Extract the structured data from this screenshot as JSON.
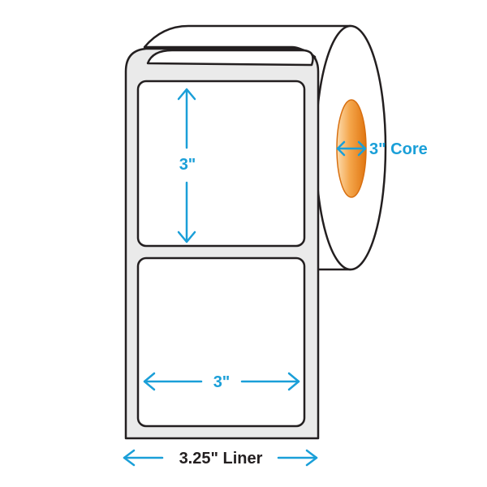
{
  "labels": {
    "label_height": "3\"",
    "label_width": "3\"",
    "core": "3\" Core",
    "liner": "3.25\" Liner"
  },
  "colors": {
    "dimension": "#1a9fd8",
    "outline": "#231f20",
    "liner_fill": "#eaeaea",
    "label_fill": "#ffffff",
    "core_light": "#fbd7a0",
    "core_dark": "#e07a10"
  }
}
